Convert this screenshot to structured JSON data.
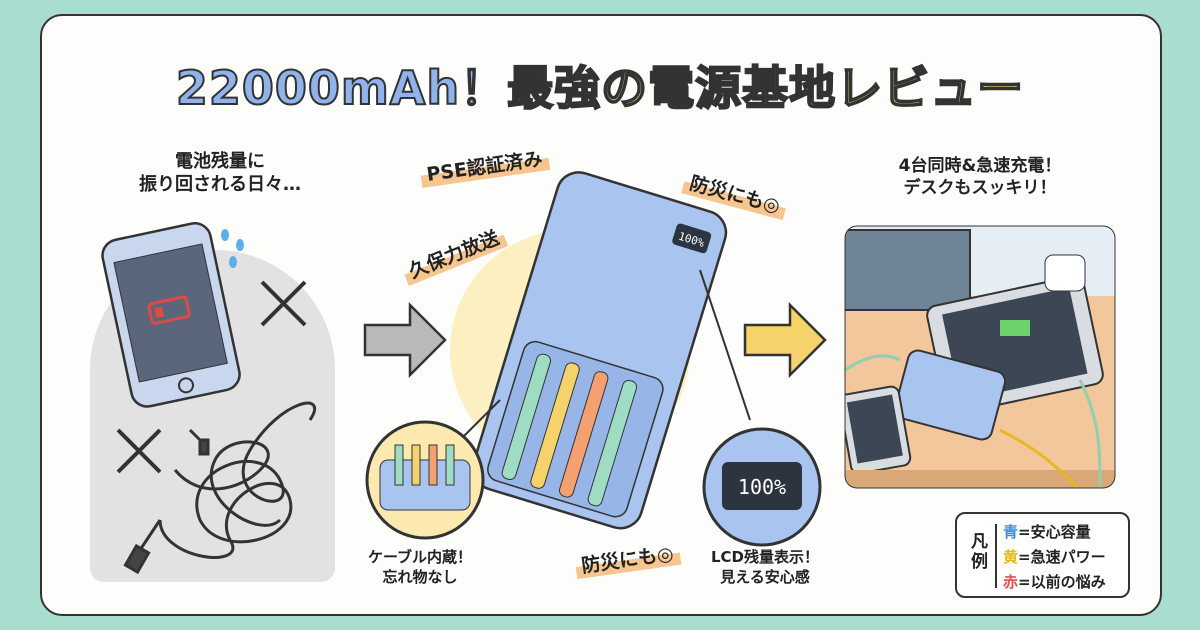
{
  "title": {
    "part1": "22000mAh！",
    "part2": "最強の電源基地レビュー"
  },
  "left": {
    "caption_line1": "電池残量に",
    "caption_line2": "振り回される日々…"
  },
  "center": {
    "tags": [
      "PSE認証済み",
      "久保力放送",
      "防災にも◎",
      "防災にも◎"
    ],
    "lcd_value": "100%",
    "zoom_lcd_value": "100%",
    "cable_caption_line1": "ケーブル内蔵！",
    "cable_caption_line2": "忘れ物なし",
    "lcd_caption_line1": "LCD残量表示！",
    "lcd_caption_line2": "見える安心感"
  },
  "right": {
    "caption_line1": "4台同時&急速充電！",
    "caption_line2": "デスクもスッキリ！"
  },
  "legend": {
    "heading": "凡例",
    "rows": [
      {
        "key": "青",
        "text": "=安心容量",
        "color": "#3d8fdc"
      },
      {
        "key": "黄",
        "text": "=急速パワー",
        "color": "#e8b820"
      },
      {
        "key": "赤",
        "text": "=以前の悩み",
        "color": "#e0504a"
      }
    ]
  }
}
